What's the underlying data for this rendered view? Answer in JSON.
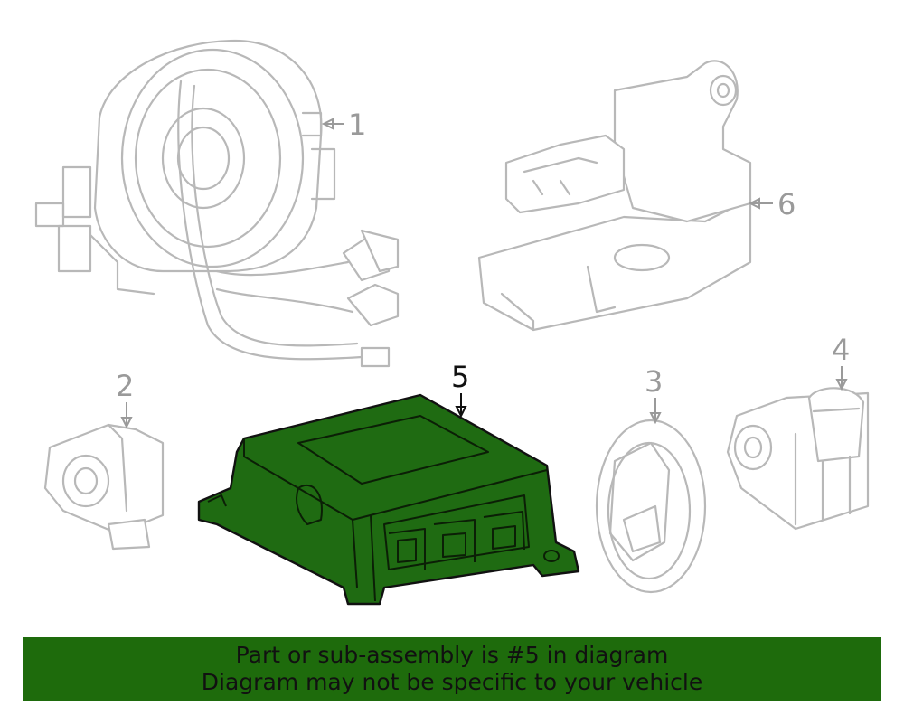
{
  "diagram": {
    "callouts": {
      "part1": "1",
      "part2": "2",
      "part3": "3",
      "part4": "4",
      "part5": "5",
      "part6": "6"
    },
    "highlighted_part": "5",
    "highlight_color": "#1f6b12"
  },
  "banner": {
    "line1": "Part or sub-assembly is #5 in diagram",
    "line2": "Diagram may not be specific to your vehicle",
    "background": "#1e6b0c"
  }
}
